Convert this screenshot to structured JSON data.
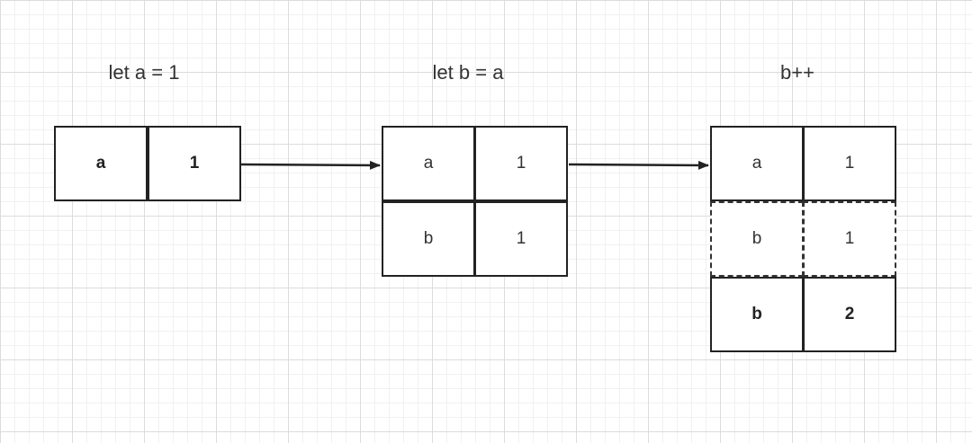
{
  "stages": [
    {
      "label": "let a = 1",
      "rows": [
        {
          "name": "a",
          "value": "1",
          "style": "bold"
        }
      ]
    },
    {
      "label": "let b = a",
      "rows": [
        {
          "name": "a",
          "value": "1",
          "style": "normal"
        },
        {
          "name": "b",
          "value": "1",
          "style": "normal"
        }
      ]
    },
    {
      "label": "b++",
      "rows": [
        {
          "name": "a",
          "value": "1",
          "style": "normal"
        },
        {
          "name": "b",
          "value": "1",
          "style": "dashed"
        },
        {
          "name": "b",
          "value": "2",
          "style": "bold"
        }
      ]
    }
  ],
  "colors": {
    "stroke": "#222222",
    "text": "#333333"
  }
}
